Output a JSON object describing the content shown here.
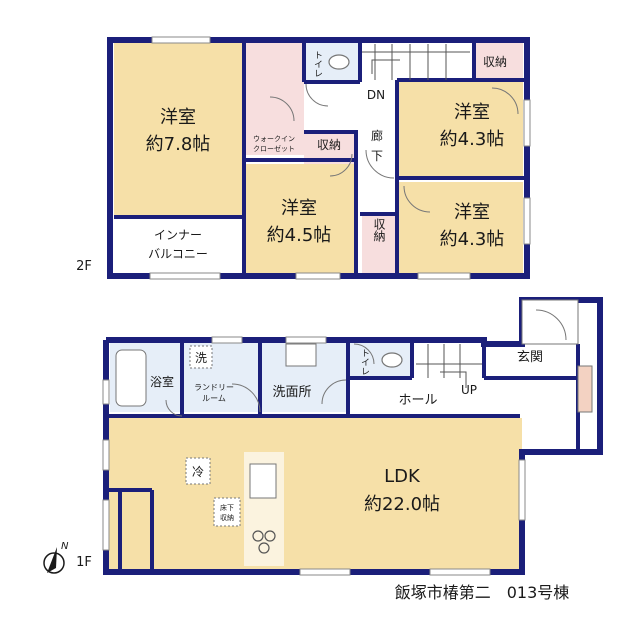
{
  "floor2": {
    "level_label": "2F",
    "rooms": {
      "western_a": {
        "name": "洋室",
        "size": "約7.8帖"
      },
      "western_b": {
        "name": "洋室",
        "size": "約4.3帖"
      },
      "western_c": {
        "name": "洋室",
        "size": "約4.5帖"
      },
      "western_d": {
        "name": "洋室",
        "size": "約4.3帖"
      },
      "walkin_1": "ウォークイン",
      "walkin_2": "クローゼット",
      "storage_1": "収納",
      "storage_2": "収納",
      "storage_3": "収納",
      "toilet": "トイレ",
      "corridor_1": "廊",
      "corridor_2": "下",
      "stairs_down": "DN",
      "inner_balcony_1": "インナー",
      "inner_balcony_2": "バルコニー"
    }
  },
  "floor1": {
    "level_label": "1F",
    "rooms": {
      "bath": "浴室",
      "washer_mark": "洗",
      "laundry_1": "ランドリー",
      "laundry_2": "ルーム",
      "washroom": "洗面所",
      "toilet": "トイレ",
      "entrance": "玄関",
      "hall": "ホール",
      "stairs_up": "UP",
      "ldk": {
        "name": "LDK",
        "size": "約22.0帖"
      },
      "fridge_mark": "冷",
      "underfloor_1": "床下",
      "underfloor_2": "収納"
    }
  },
  "north_mark": "N",
  "caption": "飯塚市椿第二　013号棟",
  "colors": {
    "wall": "#1b1f7a",
    "room": "#f6e0a8",
    "wet": "#e6eef8",
    "closet": "#f7dede",
    "floor_white": "#ffffff",
    "fixture": "#7a7a7a"
  }
}
